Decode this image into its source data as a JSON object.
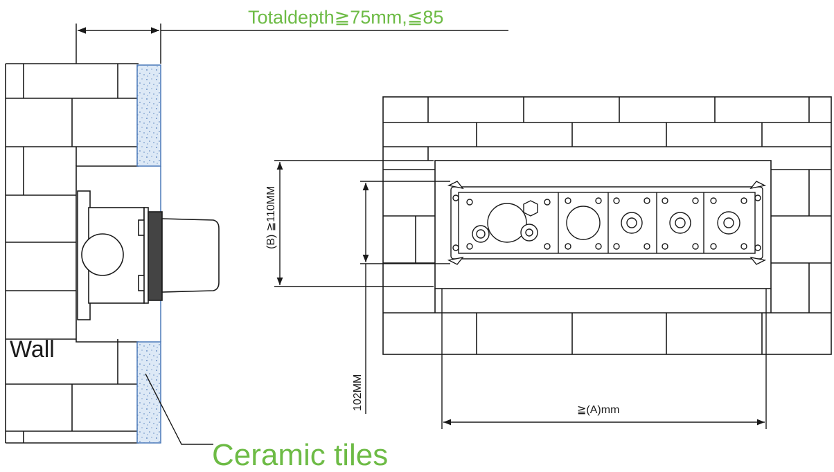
{
  "labels": {
    "total_depth": "Totaldepth≧75mm,≦85",
    "wall": "Wall",
    "ceramic_tiles": "Ceramic tiles",
    "dim_b": "(B) ≧110MM",
    "dim_102": "102MM",
    "dim_a": "≧(A)mm"
  },
  "colors": {
    "line": "#1a1a1a",
    "accent_green": "#6dbb45",
    "tile_blue": "#4a78b8",
    "tile_fill": "#dbe8f6"
  }
}
